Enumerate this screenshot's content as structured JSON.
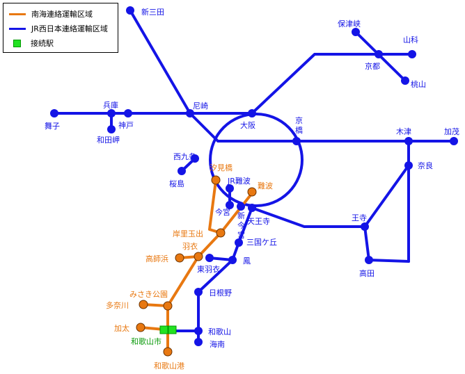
{
  "legend": {
    "nankai": {
      "label": "南海連絡運輸区域",
      "color": "#E87811"
    },
    "jr": {
      "label": "JR西日本連絡運輸区域",
      "color": "#1414E6"
    },
    "connect": {
      "label": "接続駅",
      "color": "#22E222"
    }
  },
  "stations": {
    "shinsanda": "新三田",
    "hotsukyo": "保津峡",
    "yamashina": "山科",
    "kyoto": "京都",
    "momoyama": "桃山",
    "hyogo": "兵庫",
    "amagasaki": "尼崎",
    "maiko": "舞子",
    "kobe": "神戸",
    "wadamisaki": "和田岬",
    "osaka": "大阪",
    "kyobashi_1": "京",
    "kyobashi_2": "橋",
    "kizu": "木津",
    "kamo": "加茂",
    "nishikujo": "西九条",
    "sakurajima": "桜島",
    "nara": "奈良",
    "shiomibashi": "汐見橋",
    "jrnamba": "JR難波",
    "namba": "難波",
    "imamiya": "今宮",
    "shinimamiya_1": "新",
    "shinimamiya_2": "今",
    "shinimamiya_3": "宮",
    "tennoji": "天王寺",
    "oji": "王寺",
    "kishinosato": "岸里玉出",
    "mikunigaoka": "三国ケ丘",
    "hagoromo": "羽衣",
    "takaishi": "高師浜",
    "otori": "鳳",
    "higashihagoromo": "東羽衣",
    "takada": "高田",
    "hineno": "日根野",
    "misakikoen": "みさき公園",
    "tanagawa": "多奈川",
    "kada": "加太",
    "wakayama": "和歌山",
    "kainan": "海南",
    "wakayamashi": "和歌山市",
    "wakayamako": "和歌山港"
  }
}
